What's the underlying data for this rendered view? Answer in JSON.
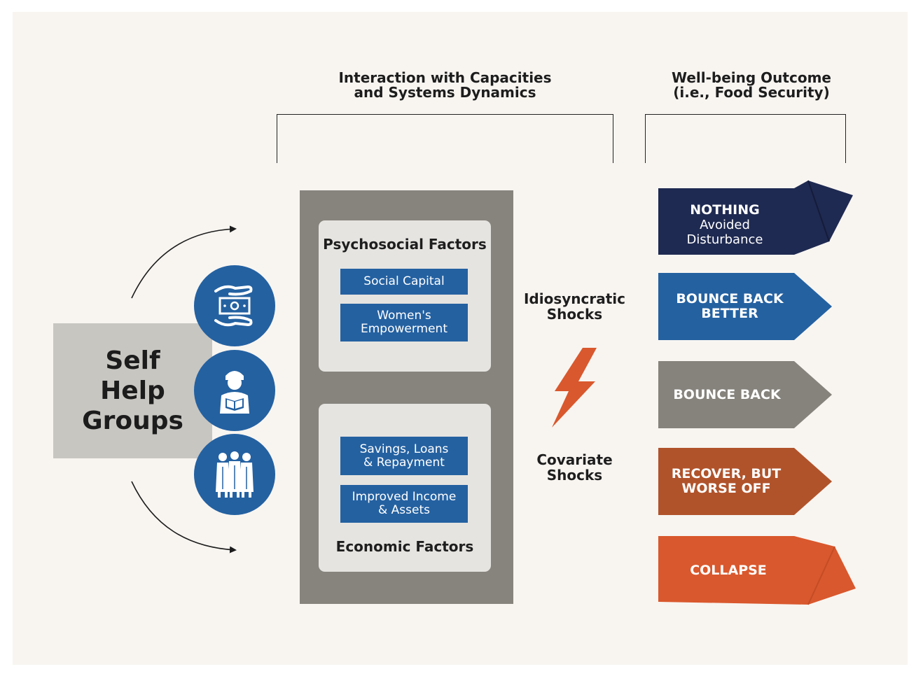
{
  "headers": {
    "interaction": [
      "Interaction with Capacities",
      "and Systems Dynamics"
    ],
    "wellbeing": [
      "Well-being Outcome",
      "(i.e., Food Security)"
    ]
  },
  "shg": {
    "lines": [
      "Self",
      "Help",
      "Groups"
    ]
  },
  "icons": [
    {
      "name": "money-hands-icon"
    },
    {
      "name": "reader-person-icon"
    },
    {
      "name": "women-group-icon"
    }
  ],
  "psychosocial": {
    "title": "Psychosocial Factors",
    "items": [
      {
        "lines": [
          "Social Capital"
        ]
      },
      {
        "lines": [
          "Women's",
          "Empowerment"
        ]
      }
    ]
  },
  "economic": {
    "title": "Economic Factors",
    "items": [
      {
        "lines": [
          "Savings, Loans",
          "& Repayment"
        ]
      },
      {
        "lines": [
          "Improved Income",
          "& Assets"
        ]
      }
    ]
  },
  "shocks": {
    "idiosyncratic": [
      "Idiosyncratic",
      "Shocks"
    ],
    "covariate": [
      "Covariate",
      "Shocks"
    ],
    "icon": "lightning-bolt-icon"
  },
  "outcomes": [
    {
      "title": "NOTHING",
      "sub": [
        "Avoided",
        "Disturbance"
      ],
      "color": "#1f2a52"
    },
    {
      "title": "BOUNCE BACK",
      "title2": "BETTER",
      "color": "#2461a1"
    },
    {
      "title": "BOUNCE BACK",
      "color": "#86837d"
    },
    {
      "title": "RECOVER, BUT",
      "title2": "WORSE OFF",
      "color": "#b0532b"
    },
    {
      "title": "COLLAPSE",
      "color": "#d9582d"
    }
  ],
  "colors": {
    "background": "#f8f5f1",
    "blue": "#2461a1",
    "navy": "#1f2a52",
    "gray_column": "#87847e",
    "panel": "#e6e4e0",
    "shg_box": "#c8c6c1",
    "lightning": "#d9582d"
  }
}
